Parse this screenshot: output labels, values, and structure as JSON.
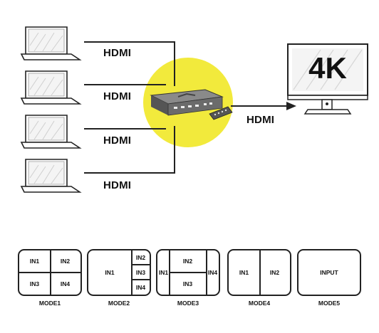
{
  "connections": {
    "input_labels": [
      "HDMI",
      "HDMI",
      "HDMI",
      "HDMI"
    ],
    "output_label": "HDMI"
  },
  "monitor": {
    "badge": "4K"
  },
  "modes": [
    {
      "name": "MODE1",
      "labels": [
        "IN1",
        "IN2",
        "IN3",
        "IN4"
      ]
    },
    {
      "name": "MODE2",
      "labels": [
        "IN1",
        "IN2",
        "IN3",
        "IN4"
      ]
    },
    {
      "name": "MODE3",
      "labels": [
        "IN1",
        "IN2",
        "IN3",
        "IN4"
      ]
    },
    {
      "name": "MODE4",
      "labels": [
        "IN1",
        "IN2"
      ]
    },
    {
      "name": "MODE5",
      "labels": [
        "INPUT"
      ]
    }
  ],
  "colors": {
    "highlight": "#f2ea3c",
    "device": "#6b6b6b",
    "line": "#222222"
  }
}
